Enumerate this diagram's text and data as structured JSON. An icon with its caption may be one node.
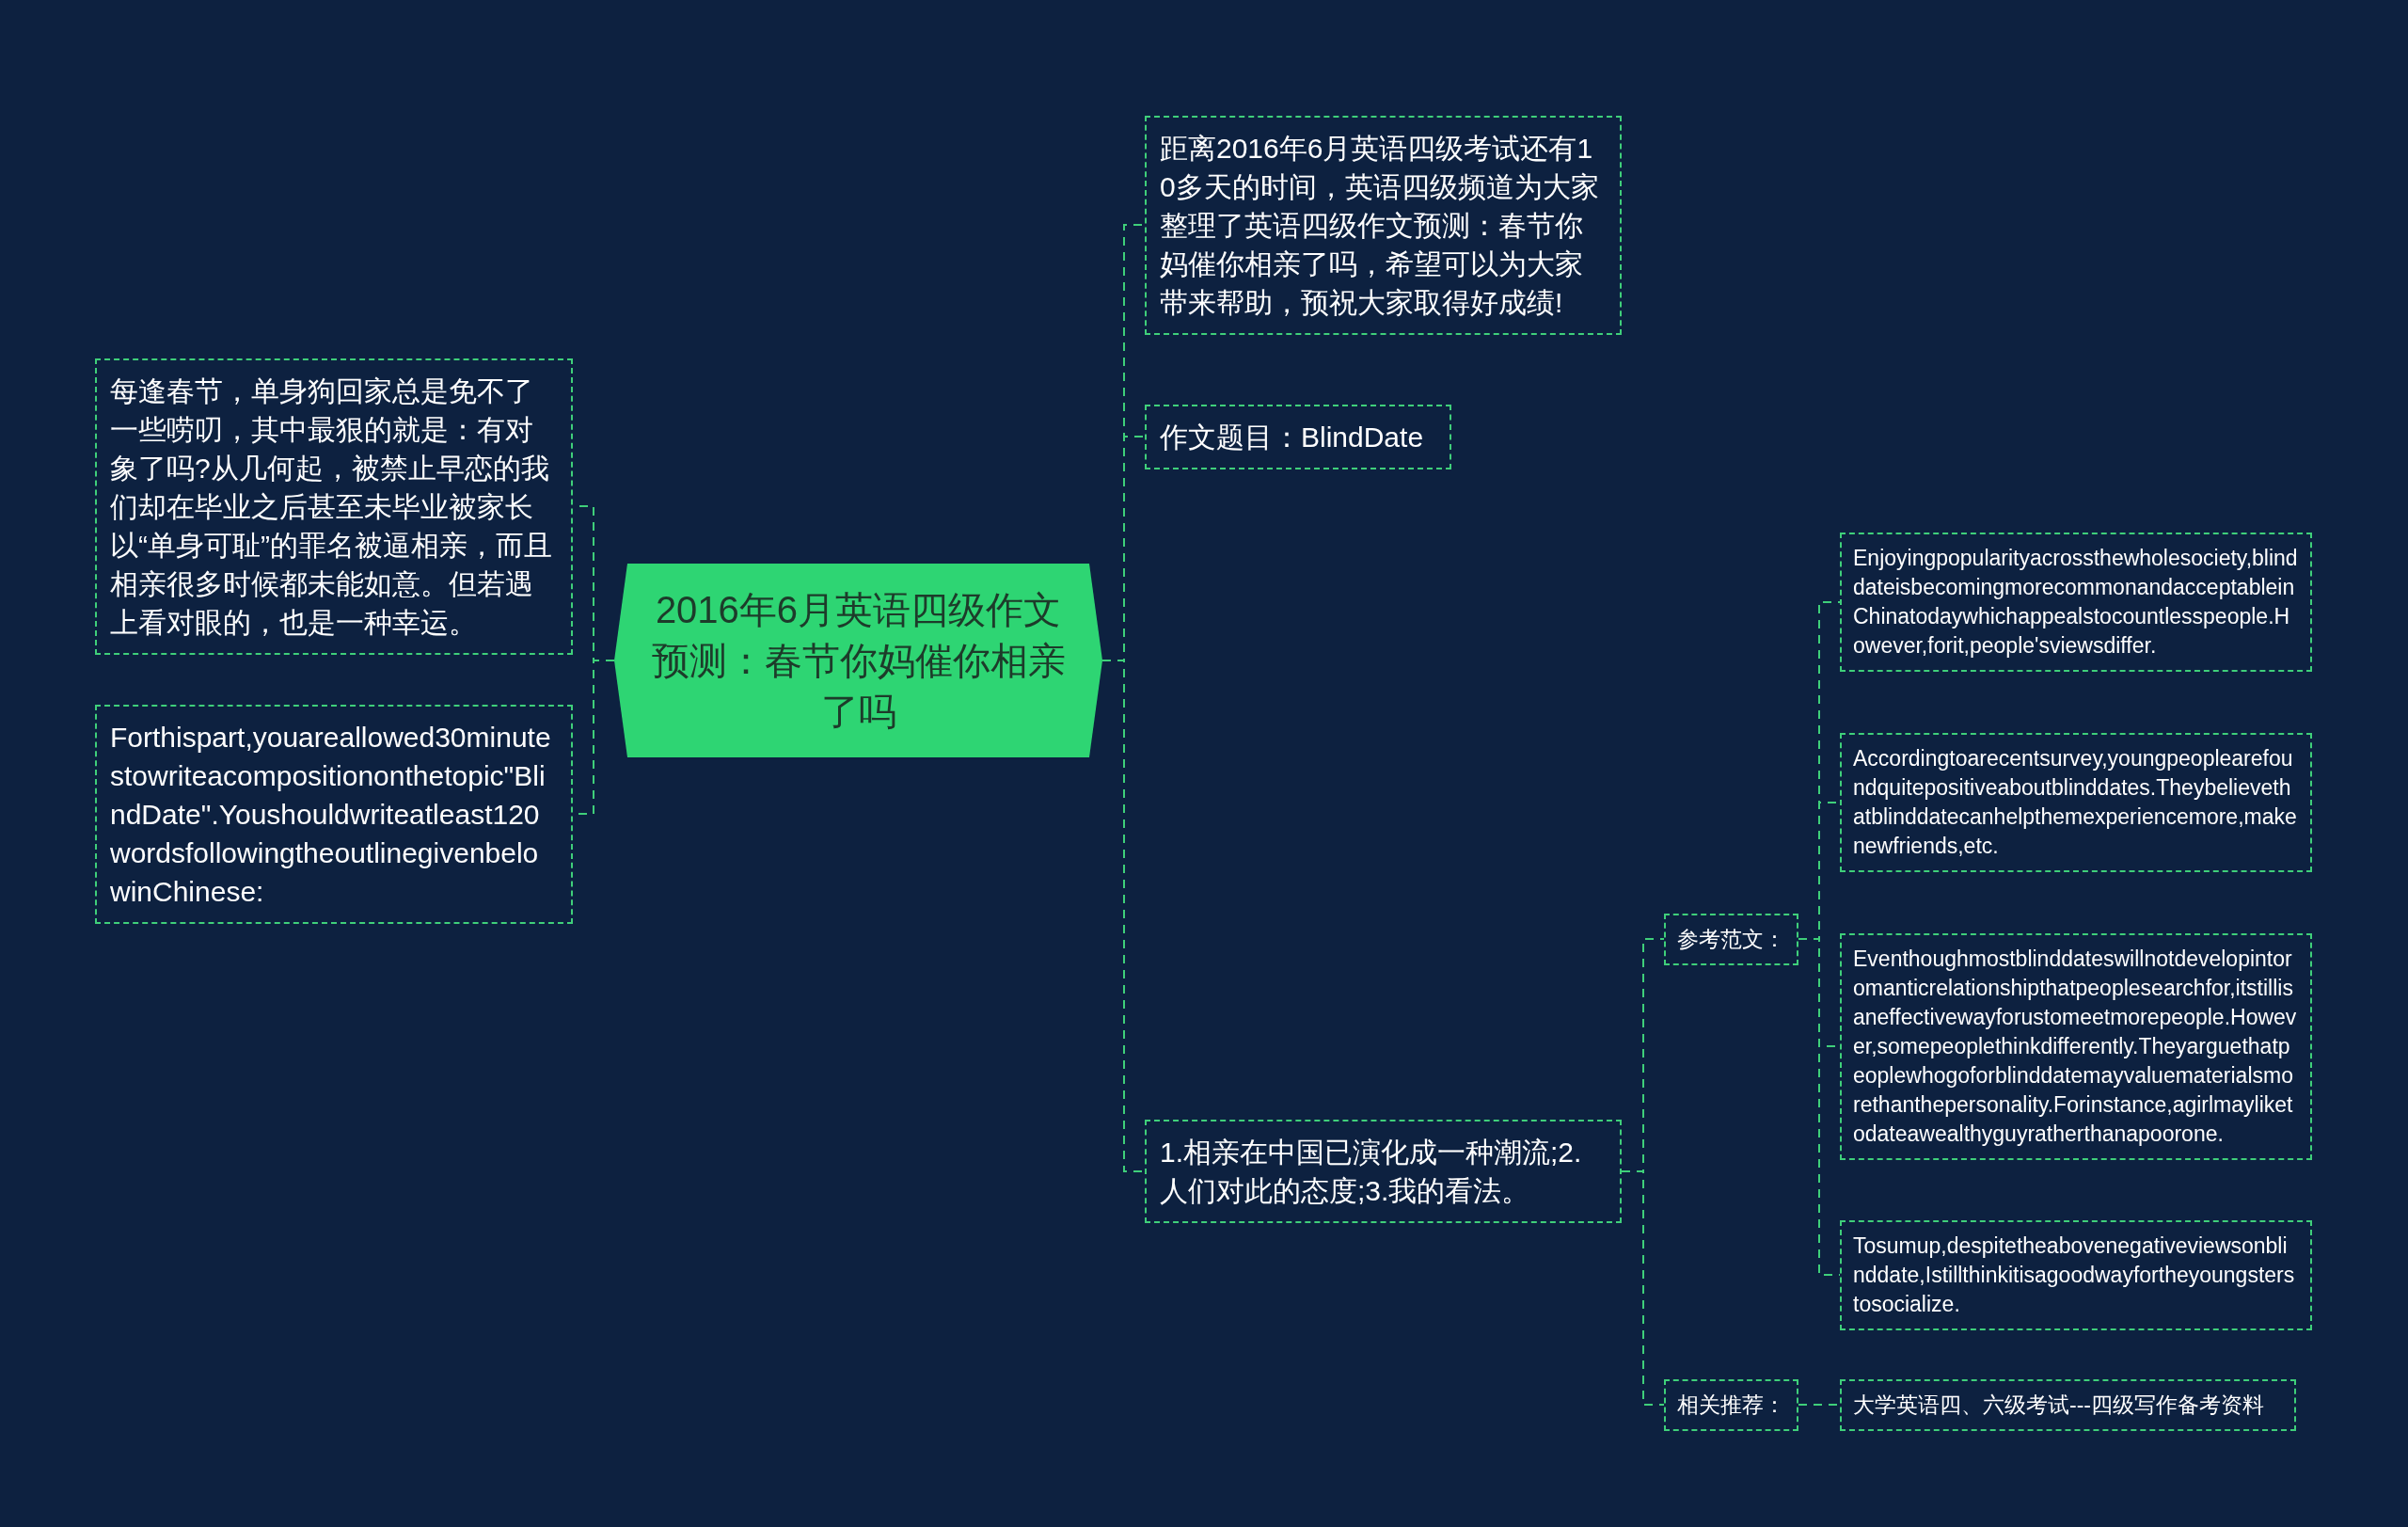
{
  "diagram": {
    "nodes": [
      {
        "text": [
          "2016年6月英语四级作文预测：春节你妈催你相亲了吗"
        ]
      },
      {
        "text": [
          "每逢春节，单身狗回家总是免不了一些唠叨，其中最狠的就是：有对象了吗?从几何起，被禁止早恋的我们却在毕业之后甚至未毕业被家长以“单身可耻”的罪名被逼相亲，而且相亲很多时候都未能如意。但若遇上看对眼的，也是一种幸运。"
        ]
      },
      {
        "text": [
          "Forthispart,youareallowed30minutestowriteacompositiononthetopic\"BlindDate\".Youshouldwriteatleast120wordsfollowingtheoutlinegivenbelowinChinese:"
        ]
      },
      {
        "text": [
          "距离2016年6月英语四级考试还有10多天的时间，英语四级频道为大家整理了英语四级作文预测：春节你妈催你相亲了吗，希望可以为大家带来帮助，预祝大家取得好成绩!"
        ]
      },
      {
        "text": [
          "作文题目：BlindDate"
        ]
      },
      {
        "text": [
          "1.相亲在中国已演化成一种潮流;2.人们对此的态度;3.我的看法。"
        ]
      },
      {
        "text": [
          "参考范文："
        ]
      },
      {
        "text": [
          "Enjoyingpopularityacrossthewholesociety,blinddateisbecomingmorecommonandacceptableinChinatodaywhichappealstocountlesspeople.However,forit,people'sviewsdiffer."
        ]
      },
      {
        "text": [
          "Accordingtoarecentsurvey,youngpeoplearefoundquitepositiveaboutblinddates.Theybelievethatblinddatecanhelpthemexperiencemore,makenewfriends,etc."
        ]
      },
      {
        "text": [
          "Eventhoughmostblinddateswillnotdevelopintoromanticrelationshipthatpeoplesearchfor,itstillisaneffectivewayforustomeetmorepeople.However,somepeoplethinkdifferently.Theyarguethatpeoplewhogoforblinddatemayvaluematerialsmorethanthepersonality.Forinstance,agirlmayliketodateawealthyguyratherthanapoorone."
        ]
      },
      {
        "text": [
          "Tosumup,despitetheabovenegativeviewsonblinddate,Istillthinkitisagoodwayfortheyoungsterstosocialize."
        ]
      },
      {
        "text": [
          "相关推荐："
        ]
      },
      {
        "text": [
          "大学英语四、六级考试---四级写作备考资料"
        ]
      }
    ],
    "edges": [
      {
        "from": 0,
        "to": 1,
        "arrow": "none",
        "style": "dashed"
      },
      {
        "from": 0,
        "to": 2,
        "arrow": "none",
        "style": "dashed"
      },
      {
        "from": 0,
        "to": 3,
        "arrow": "none",
        "style": "dashed"
      },
      {
        "from": 0,
        "to": 4,
        "arrow": "none",
        "style": "dashed"
      },
      {
        "from": 0,
        "to": 5,
        "arrow": "none",
        "style": "dashed"
      },
      {
        "from": 5,
        "to": 6,
        "arrow": "none",
        "style": "dashed"
      },
      {
        "from": 6,
        "to": 7,
        "arrow": "none",
        "style": "dashed"
      },
      {
        "from": 6,
        "to": 8,
        "arrow": "none",
        "style": "dashed"
      },
      {
        "from": 6,
        "to": 9,
        "arrow": "none",
        "style": "dashed"
      },
      {
        "from": 6,
        "to": 10,
        "arrow": "none",
        "style": "dashed"
      },
      {
        "from": 5,
        "to": 11,
        "arrow": "none",
        "style": "dashed"
      },
      {
        "from": 11,
        "to": 12,
        "arrow": "none",
        "style": "dashed"
      }
    ]
  }
}
